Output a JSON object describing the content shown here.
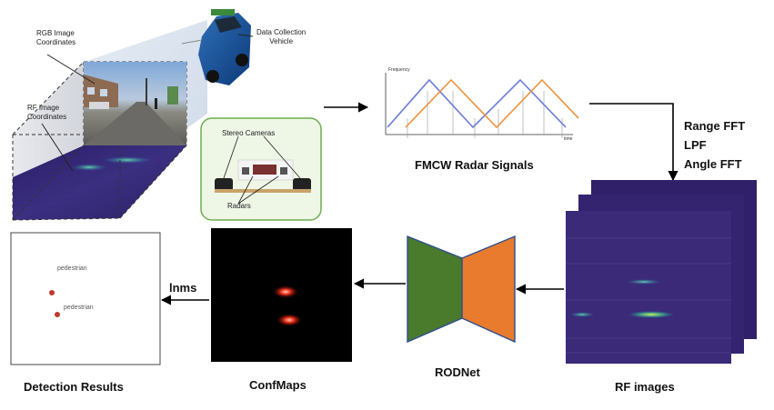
{
  "scene": {
    "rgb_label_line1": "RGB Image",
    "rgb_label_line2": "Coordinates",
    "rf_label_line1": "RF Image",
    "rf_label_line2": "Coordinates",
    "vehicle_line1": "Data Collection",
    "vehicle_line2": "Vehicle"
  },
  "sensor_box": {
    "cameras_label": "Stereo Cameras",
    "radars_label": "Radars"
  },
  "fmcw": {
    "y_axis_label": "Frequency",
    "x_axis_label": "time",
    "caption": "FMCW Radar Signals"
  },
  "processing_steps": [
    "Range FFT",
    "LPF",
    "Angle FFT"
  ],
  "rf_images": {
    "caption": "RF images"
  },
  "rodnet": {
    "caption": "RODNet",
    "encoder_color": "#4a7a2c",
    "decoder_color": "#e87b2e",
    "stroke_color": "#2f4f8f"
  },
  "confmaps": {
    "caption": "ConfMaps"
  },
  "lnms": {
    "label": "lnms"
  },
  "detection": {
    "caption": "Detection Results",
    "objects": [
      {
        "label": "pedestrian"
      },
      {
        "label": "pedestrian"
      }
    ],
    "point_color": "#c0392b"
  }
}
